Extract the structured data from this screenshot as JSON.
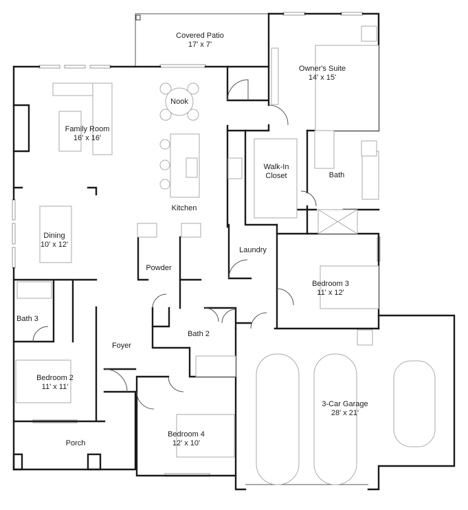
{
  "plan": {
    "rooms": [
      {
        "name": "Covered Patio",
        "size": "17' x 7'"
      },
      {
        "name": "Owner's Suite",
        "size": "14' x 15'"
      },
      {
        "name": "Nook",
        "size": ""
      },
      {
        "name": "Family Room",
        "size": "16' x 16'"
      },
      {
        "name": "Walk-In Closet",
        "name2": "Closet",
        "size": ""
      },
      {
        "name": "Bath",
        "size": ""
      },
      {
        "name": "Kitchen",
        "size": ""
      },
      {
        "name": "Dining",
        "size": "10' x 12'"
      },
      {
        "name": "Laundry",
        "size": ""
      },
      {
        "name": "Powder",
        "size": ""
      },
      {
        "name": "Bedroom 3",
        "size": "11' x 12'"
      },
      {
        "name": "Bath 3",
        "size": ""
      },
      {
        "name": "Bath 2",
        "size": ""
      },
      {
        "name": "Foyer",
        "size": ""
      },
      {
        "name": "Bedroom 2",
        "size": "11' x 11'"
      },
      {
        "name": "3-Car Garage",
        "size": "28' x 21'"
      },
      {
        "name": "Bedroom 4",
        "size": "12' x 10'"
      },
      {
        "name": "Porch",
        "size": ""
      }
    ],
    "walk_in_line1": "Walk-In",
    "walk_in_line2": "Closet"
  }
}
